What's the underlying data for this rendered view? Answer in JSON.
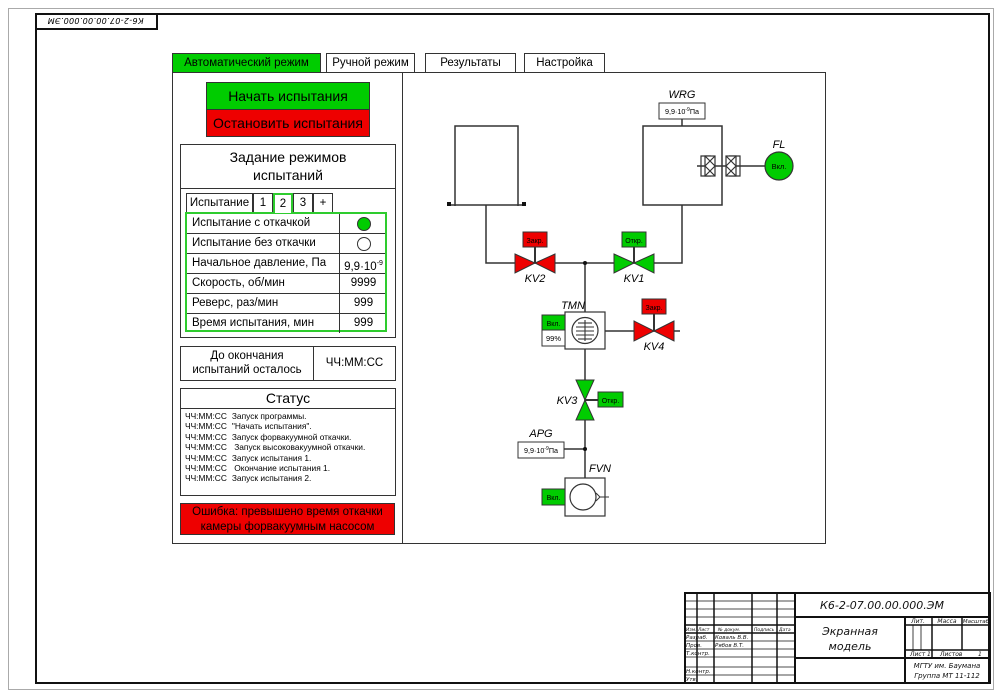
{
  "drawing": {
    "stamp_code": "К6-2-07.00.00.000.ЭМ"
  },
  "tabs": [
    {
      "label": "Автоматический режим",
      "active": true
    },
    {
      "label": "Ручной режим",
      "active": false
    },
    {
      "label": "Результаты",
      "active": false
    },
    {
      "label": "Настройка",
      "active": false
    }
  ],
  "controls": {
    "start_label": "Начать испытания",
    "stop_label": "Остановить испытания"
  },
  "modes": {
    "title_line1": "Задание режимов",
    "title_line2": "испытаний",
    "test_tabs_label": "Испытание",
    "test_tabs": [
      "1",
      "2",
      "3",
      "+"
    ],
    "selected_test": "2",
    "rows": [
      {
        "label": "Испытание с откачкой",
        "value": "",
        "type": "radio",
        "checked": true
      },
      {
        "label": "Испытание без откачки",
        "value": "",
        "type": "radio",
        "checked": false
      },
      {
        "label": "Начальное давление, Па",
        "value": "9,9·10",
        "exp": "-9",
        "type": "value"
      },
      {
        "label": "Скорость, об/мин",
        "value": "9999",
        "type": "value"
      },
      {
        "label": "Реверс, раз/мин",
        "value": "999",
        "type": "value"
      },
      {
        "label": "Время испытания, мин",
        "value": "999",
        "type": "value"
      }
    ]
  },
  "remaining": {
    "label_line1": "До окончания",
    "label_line2": "испытаний осталось",
    "value": "ЧЧ:ММ:СС"
  },
  "status": {
    "title": "Статус",
    "log": [
      {
        "time": "ЧЧ:ММ:СС",
        "message": "Запуск программы."
      },
      {
        "time": "ЧЧ:ММ:СС",
        "message": "\"Начать испытания\"."
      },
      {
        "time": "ЧЧ:ММ:СС",
        "message": "Запуск форвакуумной откачки."
      },
      {
        "time": "ЧЧ:ММ:СС",
        "message": " Запуск высоковакуумной откачки."
      },
      {
        "time": "ЧЧ:ММ:СС",
        "message": "Запуск испытания 1."
      },
      {
        "time": "ЧЧ:ММ:СС",
        "message": " Окончание испытания 1."
      },
      {
        "time": "ЧЧ:ММ:СС",
        "message": "Запуск испытания 2."
      }
    ],
    "error_line1": "Ошибка: превышено время откачки",
    "error_line2": "камеры форвакуумным насосом"
  },
  "schematic": {
    "wrg": {
      "name": "WRG",
      "value": "9,9·10",
      "exp": "-9",
      "unit": "Па"
    },
    "apg": {
      "name": "APG",
      "value": "9,9·10",
      "exp": "-9",
      "unit": "Па"
    },
    "fl": {
      "name": "FL",
      "state": "Вкл."
    },
    "kv1": {
      "name": "KV1",
      "state": "Откр."
    },
    "kv2": {
      "name": "KV2",
      "state": "Закр."
    },
    "kv3": {
      "name": "KV3",
      "state": "Откр."
    },
    "kv4": {
      "name": "KV4",
      "state": "Закр."
    },
    "tmn": {
      "name": "TMN",
      "state": "Вкл.",
      "speed": "99%"
    },
    "fvn": {
      "name": "FVN",
      "state": "Вкл."
    }
  },
  "colors": {
    "on": "#00cc00",
    "off": "#ee0000"
  },
  "title_block": {
    "designation": "К6-2-07.00.00.000.ЭМ",
    "name_line1": "Экранная",
    "name_line2": "модель",
    "headers": [
      "Изм.",
      "Лист",
      "№ докум.",
      "Подпись",
      "Дата"
    ],
    "roles": [
      {
        "role": "Разраб.",
        "person": "Коваль В.В."
      },
      {
        "role": "Пров.",
        "person": "Рябов В.Т."
      },
      {
        "role": "Т.контр.",
        "person": ""
      },
      {
        "role": "",
        "person": ""
      },
      {
        "role": "Н.контр.",
        "person": ""
      },
      {
        "role": "Утв.",
        "person": ""
      }
    ],
    "lit_label": "Лит.",
    "mass_label": "Масса",
    "scale_label": "Масштаб",
    "sheet_label": "Лист",
    "sheet_value": "1",
    "sheets_label": "Листов",
    "sheets_value": "1",
    "org_line1": "МГТУ им. Баумана",
    "org_line2": "Группа МТ 11-112"
  }
}
